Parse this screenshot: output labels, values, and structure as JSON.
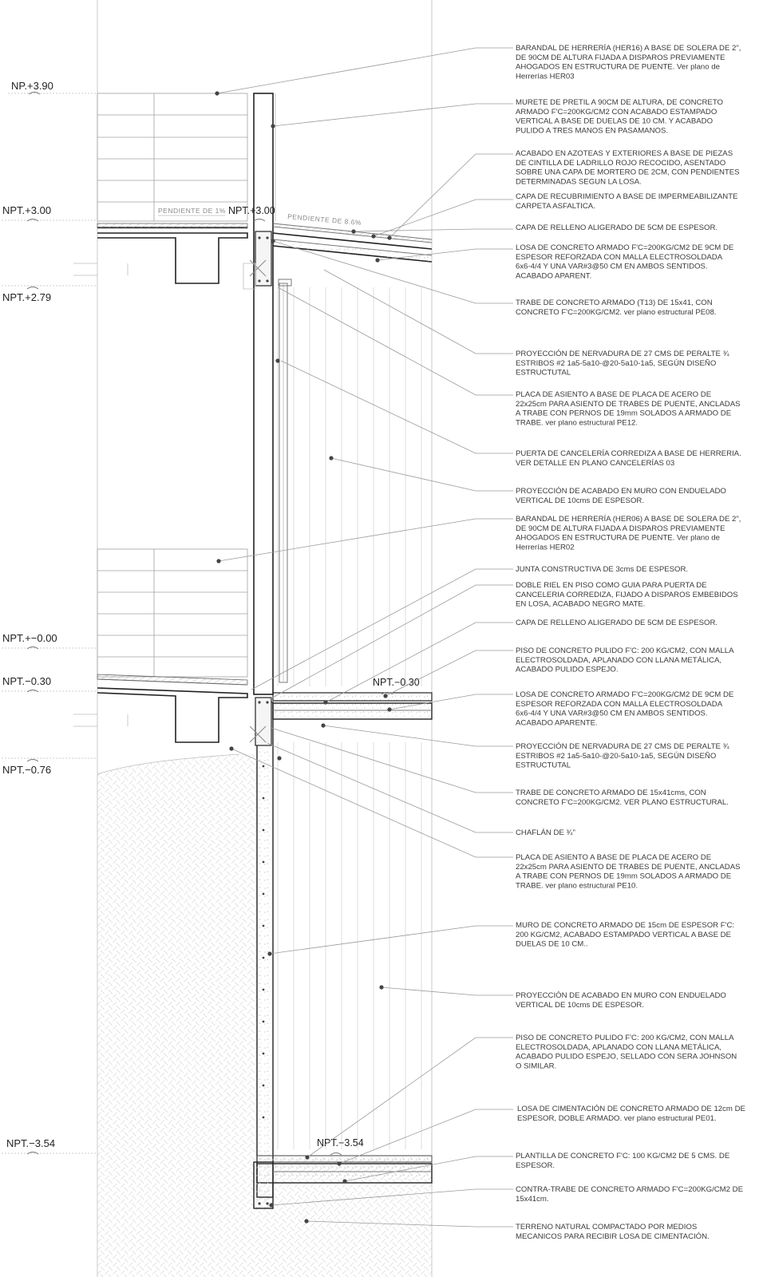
{
  "levels": [
    {
      "id": "np390",
      "label": "NP.+3.90"
    },
    {
      "id": "npt300",
      "label": "NPT.+3.00"
    },
    {
      "id": "npt300b",
      "label": "NPT.+3.00"
    },
    {
      "id": "npt279",
      "label": "NPT.+2.79"
    },
    {
      "id": "npt000",
      "label": "NPT.+−0.00"
    },
    {
      "id": "npt030",
      "label": "NPT.−0.30"
    },
    {
      "id": "npt030b",
      "label": "NPT.−0.30"
    },
    {
      "id": "npt076",
      "label": "NPT.−0.76"
    },
    {
      "id": "npt354",
      "label": "NPT.−3.54"
    },
    {
      "id": "npt354b",
      "label": "NPT.−3.54"
    }
  ],
  "slopes": {
    "left": "PENDIENTE DE 1%",
    "right": "PENDIENTE DE 8.6%"
  },
  "notes": [
    {
      "lines": [
        "BARANDAL DE HERRERÍA (HER16) A BASE DE SOLERA DE 2\",",
        "DE 90CM DE ALTURA FIJADA A DISPAROS PREVIAMENTE",
        "AHOGADOS EN ESTRUCTURA DE PUENTE. Ver plano de",
        "Herrerías HER03"
      ]
    },
    {
      "lines": [
        "MURETE DE PRETIL A 90CM DE ALTURA, DE CONCRETO",
        "ARMADO F'C=200KG/CM2 CON ACABADO  ESTAMPADO",
        "VERTICAL A BASE DE DUELAS DE 10 CM. Y ACABADO",
        "PULIDO A TRES MANOS EN PASAMANOS."
      ]
    },
    {
      "lines": [
        "ACABADO EN AZOTEAS Y EXTERIORES A BASE DE PIEZAS",
        "DE CINTILLA DE LADRILLO ROJO RECOCIDO, ASENTADO",
        "SOBRE UNA CAPA DE MORTERO DE 2CM, CON PENDIENTES",
        "DETERMINADAS SEGUN LA LOSA."
      ]
    },
    {
      "lines": [
        "CAPA DE RECUBRIMIENTO A BASE DE IMPERMEABILIZANTE",
        "CARPETA ASFALTICA."
      ]
    },
    {
      "lines": [
        "CAPA DE RELLENO ALIGERADO DE 5CM DE ESPESOR."
      ]
    },
    {
      "lines": [
        "LOSA DE CONCRETO ARMADO F'C=200KG/CM2 DE 9CM DE",
        "ESPESOR REFORZADA CON MALLA ELECTROSOLDADA",
        "6x6-4/4 Y UNA VAR#3@50 CM EN AMBOS SENTIDOS.",
        "ACABADO APARENT."
      ]
    },
    {
      "lines": [
        "TRABE DE CONCRETO ARMADO (T13) DE 15x41, CON",
        "CONCRETO F'C=200KG/CM2. ver plano estructural PE08."
      ]
    },
    {
      "lines": [
        "PROYECCIÓN DE NERVADURA DE 27 CMS DE PERALTE ¾",
        "ESTRIBOS #2 1a5-5a10-@20-5a10-1a5, SEGÚN DISEÑO",
        "ESTRUCTUTAL"
      ]
    },
    {
      "lines": [
        "PLACA DE ASIENTO A BASE DE PLACA DE ACERO DE",
        "22x25cm PARA ASIENTO DE TRABES DE PUENTE, ANCLADAS",
        "A TRABE CON PERNOS DE 19mm SOLADOS A ARMADO DE",
        "TRABE. ver plano estructural PE12."
      ]
    },
    {
      "lines": [
        "PUERTA DE CANCELERÍA CORREDIZA A BASE DE HERRERIA.",
        "VER DETALLE EN PLANO CANCELERÍAS 03"
      ]
    },
    {
      "lines": [
        "PROYECCIÓN DE ACABADO EN MURO CON ENDUELADO",
        "VERTICAL DE 10cms DE ESPESOR."
      ]
    },
    {
      "lines": [
        "BARANDAL DE HERRERÍA (HER06) A BASE DE SOLERA DE 2\",",
        "DE 90CM DE ALTURA FIJADA A DISPAROS PREVIAMENTE",
        "AHOGADOS EN ESTRUCTURA DE PUENTE. Ver plano de",
        "Herrerías HER02"
      ]
    },
    {
      "lines": [
        "JUNTA CONSTRUCTIVA DE 3cms DE ESPESOR."
      ]
    },
    {
      "lines": [
        "DOBLE RIEL EN PISO COMO GUIA PARA PUERTA DE",
        "CANCELERIA CORREDIZA, FIJADO A DISPAROS EMBEBIDOS",
        "EN LOSA, ACABADO NEGRO MATE."
      ]
    },
    {
      "lines": [
        "CAPA DE RELLENO ALIGERADO DE 5CM DE ESPESOR."
      ]
    },
    {
      "lines": [
        "PISO DE CONCRETO PULIDO F'C: 200 KG/CM2, CON MALLA",
        "ELECTROSOLDADA, APLANADO CON LLANA METÁLICA,",
        "ACABADO PULIDO ESPEJO."
      ]
    },
    {
      "lines": [
        "LOSA DE CONCRETO ARMADO F'C=200KG/CM2 DE 9CM DE",
        "ESPESOR REFORZADA CON MALLA ELECTROSOLDADA",
        "6x6-4/4 Y UNA VAR#3@50 CM EN AMBOS SENTIDOS.",
        "ACABADO APARENTE."
      ]
    },
    {
      "lines": [
        "PROYECCIÓN DE NERVADURA DE 27 CMS DE PERALTE ¾",
        "ESTRIBOS #2 1a5-5a10-@20-5a10-1a5, SEGÚN DISEÑO",
        "ESTRUCTUTAL"
      ]
    },
    {
      "lines": [
        "TRABE DE CONCRETO ARMADO DE 15x41cms, CON",
        "CONCRETO F'C=200KG/CM2. VER PLANO ESTRUCTURAL."
      ]
    },
    {
      "lines": [
        "CHAFLÁN DE ¾\""
      ]
    },
    {
      "lines": [
        "PLACA DE ASIENTO A BASE DE PLACA DE ACERO DE",
        "22x25cm PARA ASIENTO DE TRABES DE PUENTE, ANCLADAS",
        "A TRABE CON PERNOS DE 19mm SOLADOS A ARMADO DE",
        "TRABE. ver plano estructural PE10."
      ]
    },
    {
      "lines": [
        "MURO DE CONCRETO ARMADO DE 15cm DE ESPESOR F'C:",
        "200 KG/CM2, ACABADO ESTAMPADO VERTICAL A BASE DE",
        "DUELAS DE 10 CM.."
      ]
    },
    {
      "lines": [
        "PROYECCIÓN DE ACABADO EN MURO CON ENDUELADO",
        "VERTICAL DE 10cms DE ESPESOR."
      ]
    },
    {
      "lines": [
        "PISO DE CONCRETO PULIDO F'C: 200 KG/CM2, CON MALLA",
        "ELECTROSOLDADA, APLANADO CON LLANA METÁLICA,",
        "ACABADO PULIDO ESPEJO, SELLADO CON SERA JOHNSON",
        "O SIMILAR."
      ]
    },
    {
      "lines": [
        "LOSA DE CIMENTACIÓN DE CONCRETO ARMADO DE 12cm DE",
        "ESPESOR, DOBLE ARMADO. ver plano estructural PE01."
      ]
    },
    {
      "lines": [
        "PLANTILLA DE CONCRETO F'C: 100 KG/CM2 DE 5 CMS. DE",
        "ESPESOR."
      ]
    },
    {
      "lines": [
        "CONTRA-TRABE DE CONCRETO ARMADO F'C=200KG/CM2 DE",
        "15x41cm."
      ]
    },
    {
      "lines": [
        "TERRENO NATURAL COMPACTADO POR MEDIOS",
        "MECANICOS PARA RECIBIR LOSA DE CIMENTACIÓN."
      ]
    }
  ]
}
